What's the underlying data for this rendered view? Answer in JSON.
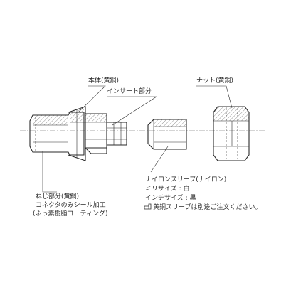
{
  "labels": {
    "body": "本体(黄銅)",
    "insert": "インサート部分",
    "nut": "ナット(黄銅)",
    "thread_1": "ねじ部分(黄銅)",
    "thread_2": "コネクタのみシール加工",
    "thread_3": "(ふっ素樹脂コーティング)",
    "sleeve_title": "ナイロンスリーブ(ナイロン)",
    "sleeve_mm": "ミリサイズ : 白",
    "sleeve_inch": "インチサイズ : 黒",
    "note": "黄銅スリーブは別途ご注文ください。"
  },
  "icons": {
    "note_marker": "pointing-hand-icon"
  }
}
